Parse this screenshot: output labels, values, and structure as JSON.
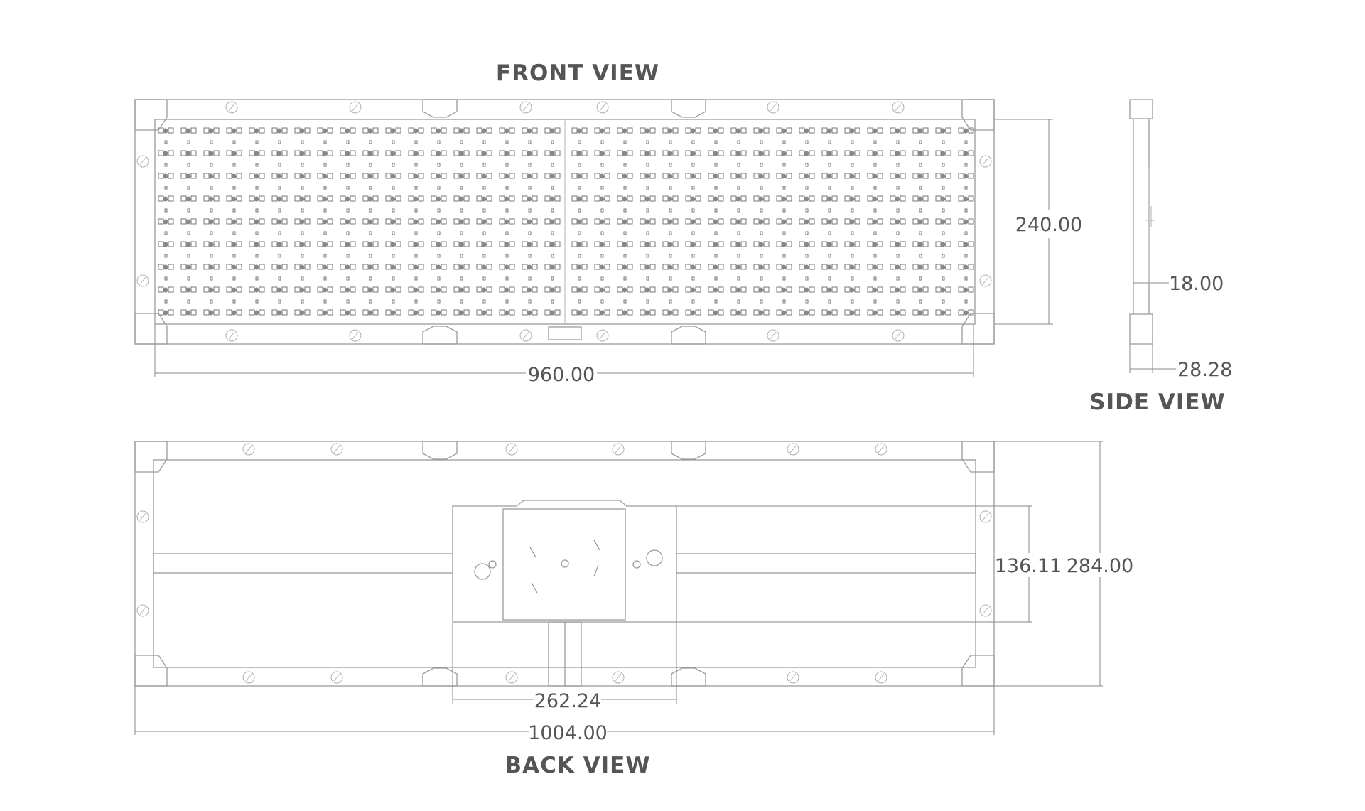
{
  "views": {
    "front": {
      "title": "FRONT VIEW",
      "height_dim": "240.00",
      "width_dim": "960.00"
    },
    "side": {
      "title": "SIDE VIEW",
      "depth_dim": "18.00",
      "total_depth_dim": "28.28"
    },
    "back": {
      "title": "BACK VIEW",
      "plate_height_dim": "136.11",
      "total_height_dim": "284.00",
      "plate_width_dim": "262.24",
      "total_width_dim": "1004.00"
    }
  },
  "led_grid": {
    "rows": 9,
    "columns": 36
  },
  "colors": {
    "line": "#9a9a9a",
    "text": "#555555"
  }
}
